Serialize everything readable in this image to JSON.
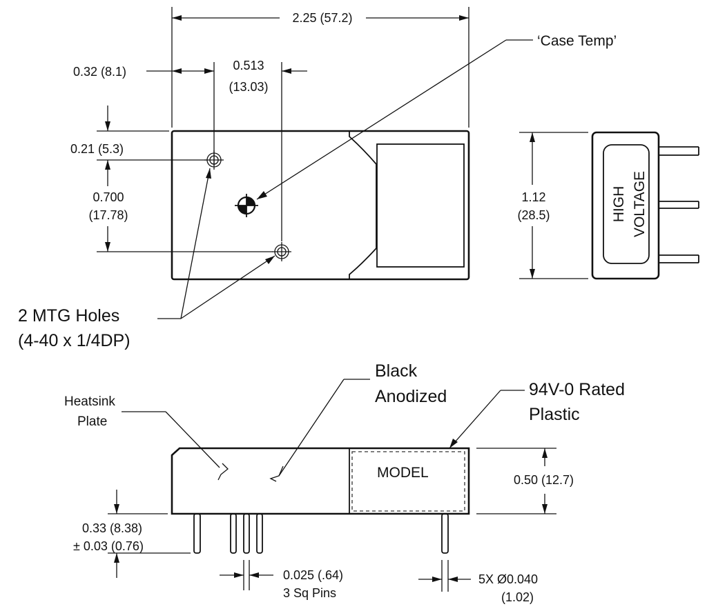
{
  "top_view": {
    "dim_length": "2.25 (57.2)",
    "dim_hole_offset_x": "0.32 (8.1)",
    "dim_hole_spacing_x_1": "0.513",
    "dim_hole_spacing_x_2": "(13.03)",
    "dim_hole_offset_y": "0.21 (5.3)",
    "dim_hole_spacing_y_1": "0.700",
    "dim_hole_spacing_y_2": "(17.78)",
    "case_temp_label": "‘Case Temp’",
    "mtg_holes_line1": "2 MTG Holes",
    "mtg_holes_line2": "(4-40 x 1/4DP)"
  },
  "end_view": {
    "dim_width_1": "1.12",
    "dim_width_2": "(28.5)",
    "label_line1": "HIGH",
    "label_line2": "VOLTAGE"
  },
  "side_view": {
    "heatsink_line1": "Heatsink",
    "heatsink_line2": "Plate",
    "anodized_line1": "Black",
    "anodized_line2": "Anodized",
    "plastic_line1": "94V-0 Rated",
    "plastic_line2": "Plastic",
    "model_label": "MODEL",
    "dim_height": "0.50 (12.7)",
    "dim_pin_length_1": "0.33 (8.38)",
    "dim_pin_length_2": "± 0.03 (0.76)",
    "dim_sq_pins_1": "0.025 (.64)",
    "dim_sq_pins_2": "3 Sq Pins",
    "dim_round_pins_1": "5X Ø0.040",
    "dim_round_pins_2": "(1.02)"
  }
}
